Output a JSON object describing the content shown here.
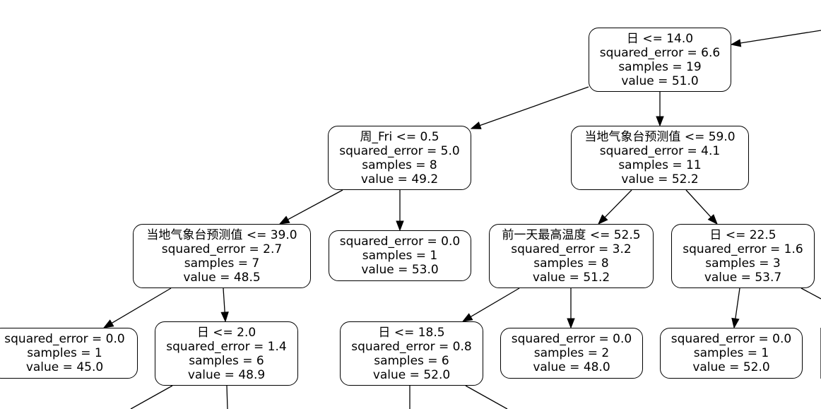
{
  "nodes": [
    {
      "id": "n0",
      "lines": [
        "日 <= 14.0",
        "squared_error = 6.6",
        "samples = 19",
        "value = 51.0"
      ]
    },
    {
      "id": "n1",
      "lines": [
        "周_Fri <= 0.5",
        "squared_error = 5.0",
        "samples = 8",
        "value = 49.2"
      ]
    },
    {
      "id": "n2",
      "lines": [
        "当地气象台预测值 <= 59.0",
        "squared_error = 4.1",
        "samples = 11",
        "value = 52.2"
      ]
    },
    {
      "id": "n3",
      "lines": [
        "当地气象台预测值 <= 39.0",
        "squared_error = 2.7",
        "samples = 7",
        "value = 48.5"
      ]
    },
    {
      "id": "n4",
      "lines": [
        "squared_error = 0.0",
        "samples = 1",
        "value = 53.0"
      ]
    },
    {
      "id": "n5",
      "lines": [
        "前一天最高温度 <= 52.5",
        "squared_error = 3.2",
        "samples = 8",
        "value = 51.2"
      ]
    },
    {
      "id": "n6",
      "lines": [
        "日 <= 22.5",
        "squared_error = 1.6",
        "samples = 3",
        "value = 53.7"
      ]
    },
    {
      "id": "n7",
      "lines": [
        "squared_error = 0.0",
        "samples = 1",
        "value = 45.0"
      ]
    },
    {
      "id": "n8",
      "lines": [
        "日 <= 2.0",
        "squared_error = 1.4",
        "samples = 6",
        "value = 48.9"
      ]
    },
    {
      "id": "n9",
      "lines": [
        "日 <= 18.5",
        "squared_error = 0.8",
        "samples = 6",
        "value = 52.0"
      ]
    },
    {
      "id": "n10",
      "lines": [
        "squared_error = 0.0",
        "samples = 2",
        "value = 48.0"
      ]
    },
    {
      "id": "n11",
      "lines": [
        "squared_error = 0.0",
        "samples = 1",
        "value = 52.0"
      ]
    }
  ],
  "edges": [
    {
      "from": "n0",
      "to": "n1"
    },
    {
      "from": "n0",
      "to": "n2"
    },
    {
      "from": "n1",
      "to": "n3"
    },
    {
      "from": "n1",
      "to": "n4"
    },
    {
      "from": "n2",
      "to": "n5"
    },
    {
      "from": "n2",
      "to": "n6"
    },
    {
      "from": "n3",
      "to": "n7"
    },
    {
      "from": "n3",
      "to": "n8"
    },
    {
      "from": "n5",
      "to": "n9"
    },
    {
      "from": "n5",
      "to": "n10"
    },
    {
      "from": "n6",
      "to": "n11"
    }
  ]
}
